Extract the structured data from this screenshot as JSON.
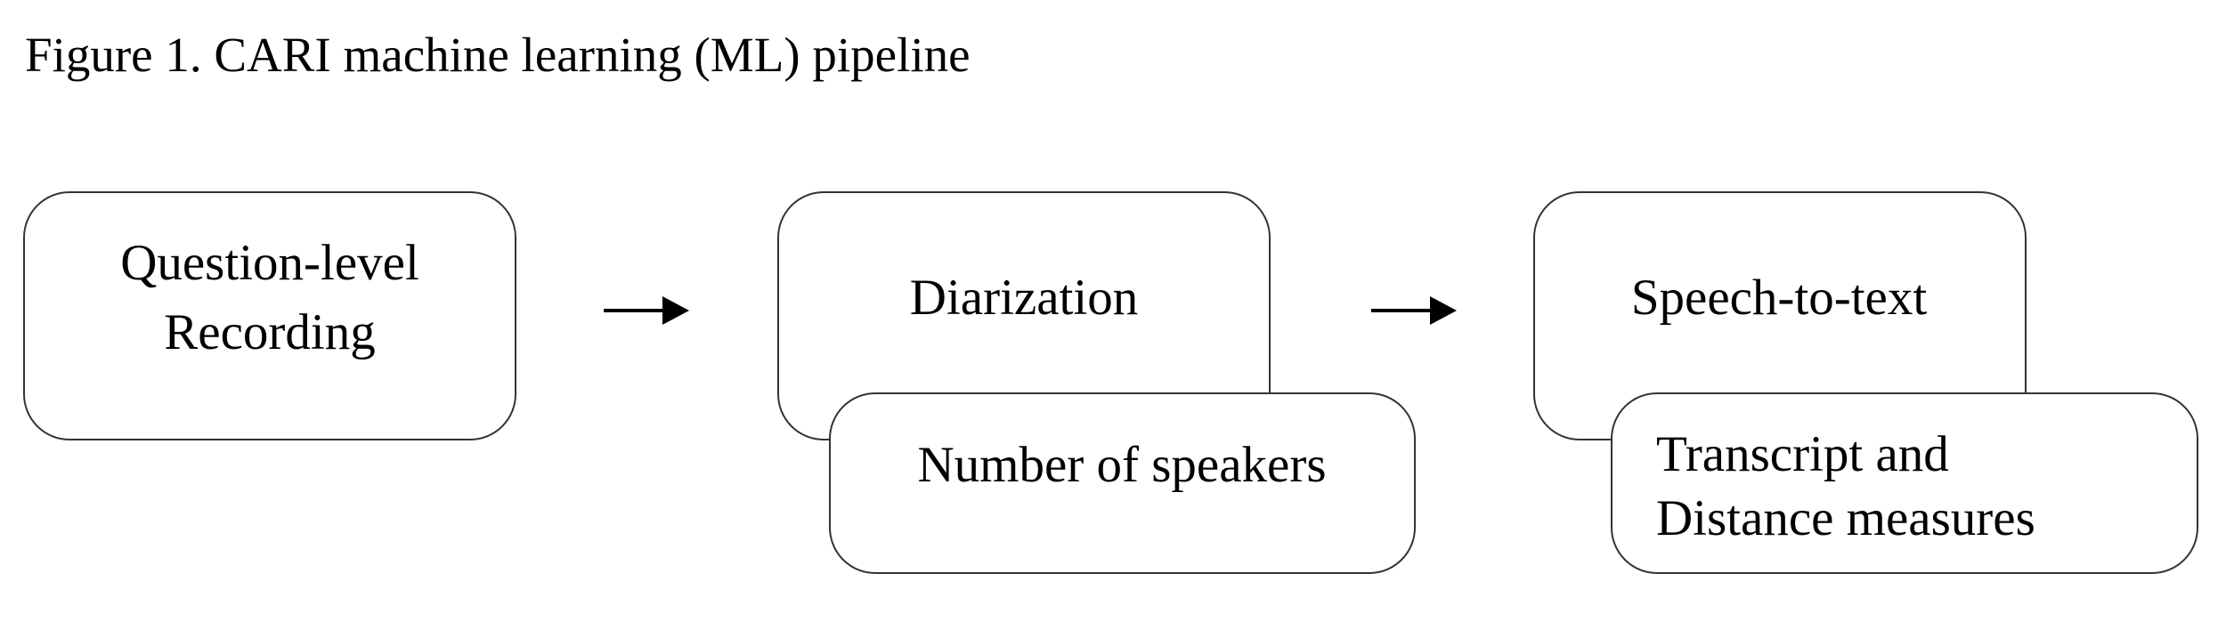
{
  "title": "Figure 1. CARI machine learning (ML) pipeline",
  "steps": [
    {
      "lines": [
        "Question-level",
        "Recording"
      ]
    },
    {
      "label": "Diarization",
      "output": "Number of speakers"
    },
    {
      "label": "Speech-to-text",
      "output_lines": [
        "Transcript and",
        "Distance measures"
      ]
    }
  ]
}
